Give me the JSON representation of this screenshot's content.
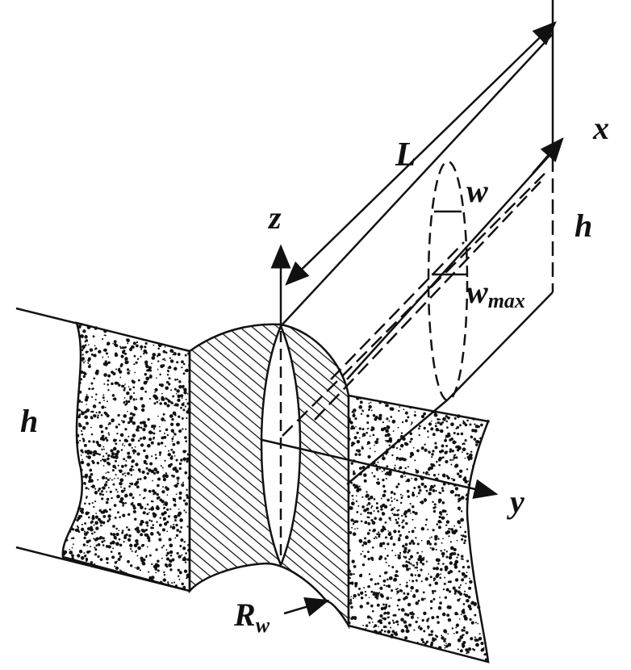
{
  "labels": {
    "length": "L",
    "width": "w",
    "z_axis": "z",
    "height_right": "h",
    "x_axis": "x",
    "width_max_base": "w",
    "width_max_sub": "max",
    "height_left": "h",
    "y_axis": "y",
    "radius_base": "R",
    "radius_sub": "w"
  },
  "colors": {
    "ink": "#111111",
    "background": "#ffffff"
  }
}
